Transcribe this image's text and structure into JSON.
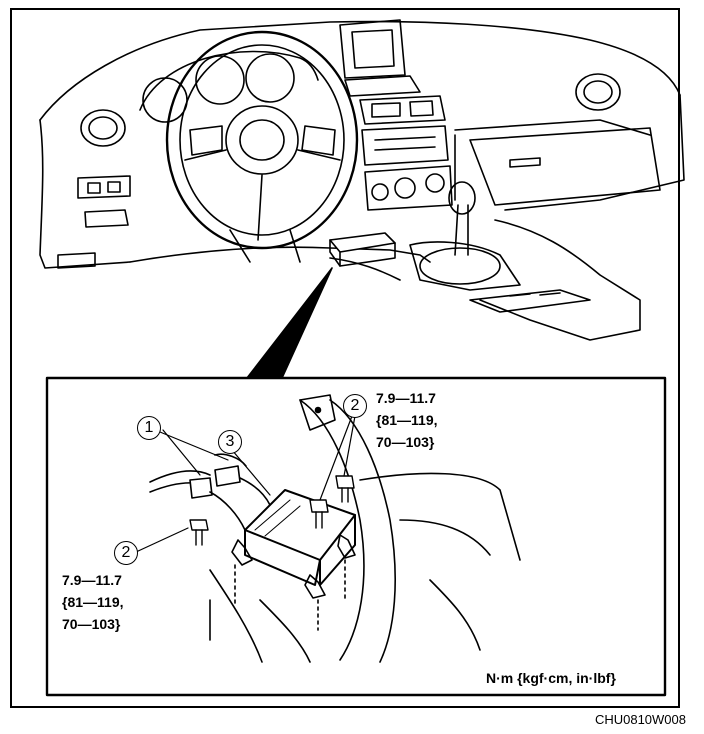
{
  "callouts": {
    "c1": "1",
    "c2_top": "2",
    "c2_left": "2",
    "c3": "3"
  },
  "torque_right": {
    "line1": "7.9—11.7",
    "line2": "{81—119,",
    "line3": "70—103}"
  },
  "torque_left": {
    "line1": "7.9—11.7",
    "line2": "{81—119,",
    "line3": "70—103}"
  },
  "units": "N·m {kgf·cm, in·lbf}",
  "figure_code": "CHU0810W008"
}
